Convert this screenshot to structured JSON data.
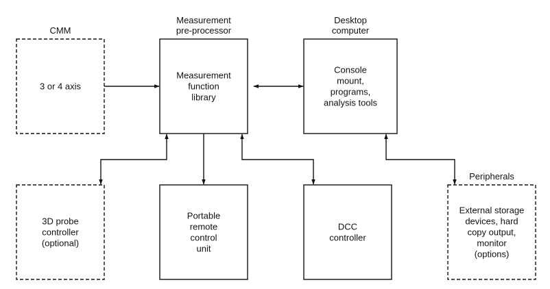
{
  "nodes": {
    "cmm": {
      "title": [
        "CMM"
      ],
      "body": [
        "3 or 4 axis"
      ],
      "style": "dashed"
    },
    "preprocessor": {
      "title": [
        "Measurement",
        "pre-processor"
      ],
      "body": [
        "Measurement",
        "function",
        "library"
      ],
      "style": "solid"
    },
    "desktop": {
      "title": [
        "Desktop",
        "computer"
      ],
      "body": [
        "Console",
        "mount,",
        "programs,",
        "analysis tools"
      ],
      "style": "solid"
    },
    "probe": {
      "title": [],
      "body": [
        "3D probe",
        "controller",
        "(optional)"
      ],
      "style": "dashed"
    },
    "portable": {
      "title": [],
      "body": [
        "Portable",
        "remote",
        "control",
        "unit"
      ],
      "style": "solid"
    },
    "dcc": {
      "title": [],
      "body": [
        "DCC",
        "controller"
      ],
      "style": "solid"
    },
    "peripherals": {
      "title": [
        "Peripherals"
      ],
      "body": [
        "External storage",
        "devices, hard",
        "copy output,",
        "monitor",
        "(options)"
      ],
      "style": "dashed"
    }
  },
  "connections": [
    {
      "from": "cmm",
      "to": "preprocessor",
      "direction": "one-way"
    },
    {
      "from": "preprocessor",
      "to": "desktop",
      "direction": "two-way"
    },
    {
      "from": "preprocessor",
      "to": "probe",
      "direction": "two-way"
    },
    {
      "from": "preprocessor",
      "to": "portable",
      "direction": "one-way"
    },
    {
      "from": "preprocessor",
      "to": "dcc",
      "direction": "two-way"
    },
    {
      "from": "desktop",
      "to": "peripherals",
      "direction": "two-way"
    }
  ],
  "colors": {
    "stroke": "#111111",
    "background": "#ffffff"
  }
}
